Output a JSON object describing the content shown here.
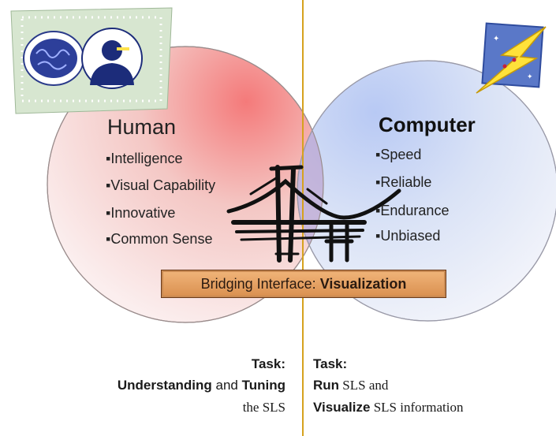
{
  "human": {
    "title": "Human",
    "items": [
      "Intelligence",
      "Visual Capability",
      "Innovative",
      "Common Sense"
    ]
  },
  "computer": {
    "title": "Computer",
    "items": [
      "Speed",
      "Reliable",
      "Endurance",
      "Unbiased"
    ]
  },
  "bullet": "▪",
  "bridge": {
    "prefix": "Bridging Interface:",
    "emphasis": "Visualization"
  },
  "task_human": {
    "heading": "Task:",
    "line1_bold_a": "Understanding",
    "line1_plain": " and ",
    "line1_bold_b": "Tuning",
    "line2": "the SLS"
  },
  "task_computer": {
    "heading": "Task:",
    "line1_bold": "Run",
    "line1_plain": " SLS and",
    "line2_bold": "Visualize",
    "line2_plain": " SLS information"
  },
  "colors": {
    "human_circle": "#f3c6c6",
    "computer_circle": "#cfdaf2",
    "divider": "#d6a21e",
    "bridge_bar": "#e3a064"
  },
  "icons": [
    "brain-icon",
    "person-icon",
    "lightning-icon",
    "bridge-icon"
  ]
}
